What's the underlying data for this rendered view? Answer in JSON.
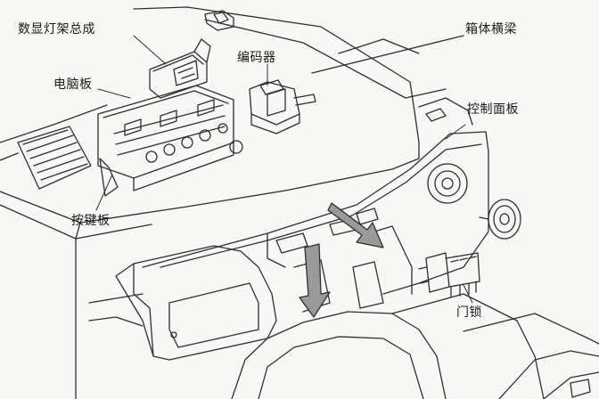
{
  "labels": {
    "display_light_frame": "数显灯架总成",
    "computer_board": "电脑板",
    "encoder": "编码器",
    "cabinet_beam": "箱体横梁",
    "control_panel": "控制面板",
    "key_board": "按键板",
    "door_lock": "门锁"
  },
  "colors": {
    "line": "#2e2e2e",
    "paper": "#f7f7f5",
    "arrow_fill": "#9a9a9a"
  }
}
